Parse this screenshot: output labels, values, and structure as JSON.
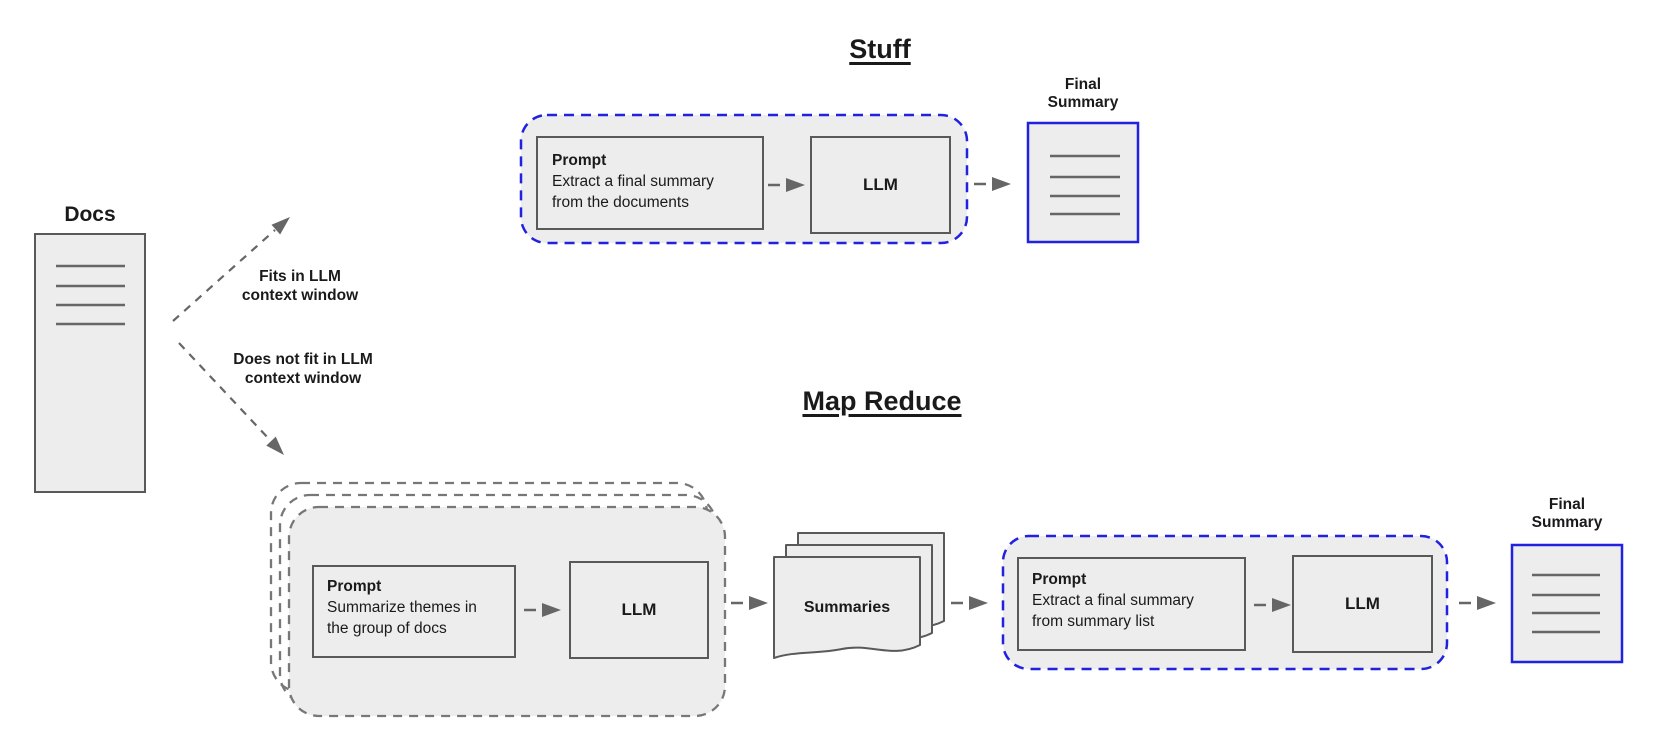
{
  "colors": {
    "blue": "#2121e0",
    "fill": "#ededed",
    "border": "#595959",
    "connector": "#666666",
    "stack-dash": "#777777",
    "doc-line": "#666666",
    "ink": "#1a1a1a"
  },
  "docs": {
    "label": "Docs"
  },
  "branches": {
    "fits": "Fits in LLM context window",
    "does_not_fit": "Does not fit in LLM context window"
  },
  "stuff": {
    "title": "Stuff",
    "prompt": {
      "heading": "Prompt",
      "line1": "Extract a final summary",
      "line2": "from the documents"
    },
    "llm": "LLM",
    "final_summary": "Final Summary"
  },
  "map_reduce": {
    "title": "Map Reduce",
    "map_prompt": {
      "heading": "Prompt",
      "line1": "Summarize themes in",
      "line2": "the group of docs"
    },
    "map_llm": "LLM",
    "summaries": "Summaries",
    "reduce_prompt": {
      "heading": "Prompt",
      "line1": "Extract a final summary",
      "line2": "from summary list"
    },
    "reduce_llm": "LLM",
    "final_summary": "Final Summary"
  }
}
